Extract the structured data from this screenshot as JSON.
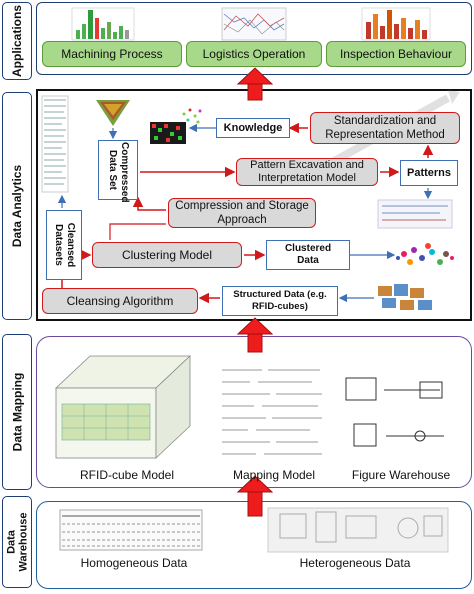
{
  "layers": {
    "applications": "Applications",
    "analytics": "Data Analytics",
    "mapping": "Data Mapping",
    "warehouse_line1": "Data",
    "warehouse_line2": "Warehouse"
  },
  "applications": {
    "machining": "Machining Process",
    "logistics": "Logistics Operation",
    "inspection": "Inspection Behaviour"
  },
  "analytics": {
    "knowledge": "Knowledge",
    "standardization": "Standardization and Representation Method",
    "compressed": "Compressed Data Set",
    "pattern_excavation": "Pattern Excavation and Interpretation Model",
    "patterns": "Patterns",
    "compression": "Compression and Storage Approach",
    "cleansed": "Cleansed Datasets",
    "clustering": "Clustering Model",
    "clustered": "Clustered Data",
    "cleansing": "Cleansing Algorithm",
    "structured": "Structured Data (e.g. RFID-cubes)"
  },
  "mapping": {
    "rfid_cube": "RFID-cube Model",
    "mapping_model": "Mapping Model",
    "figure_warehouse": "Figure Warehouse"
  },
  "warehouse": {
    "homogeneous": "Homogeneous Data",
    "heterogeneous": "Heterogeneous Data"
  },
  "colors": {
    "frame_blue": "#1d3f76",
    "app_green": "#a8d88a",
    "red_border": "#d0191b",
    "arrow_red": "#ee1c1c",
    "mapping_purple": "#6a4aa0"
  }
}
